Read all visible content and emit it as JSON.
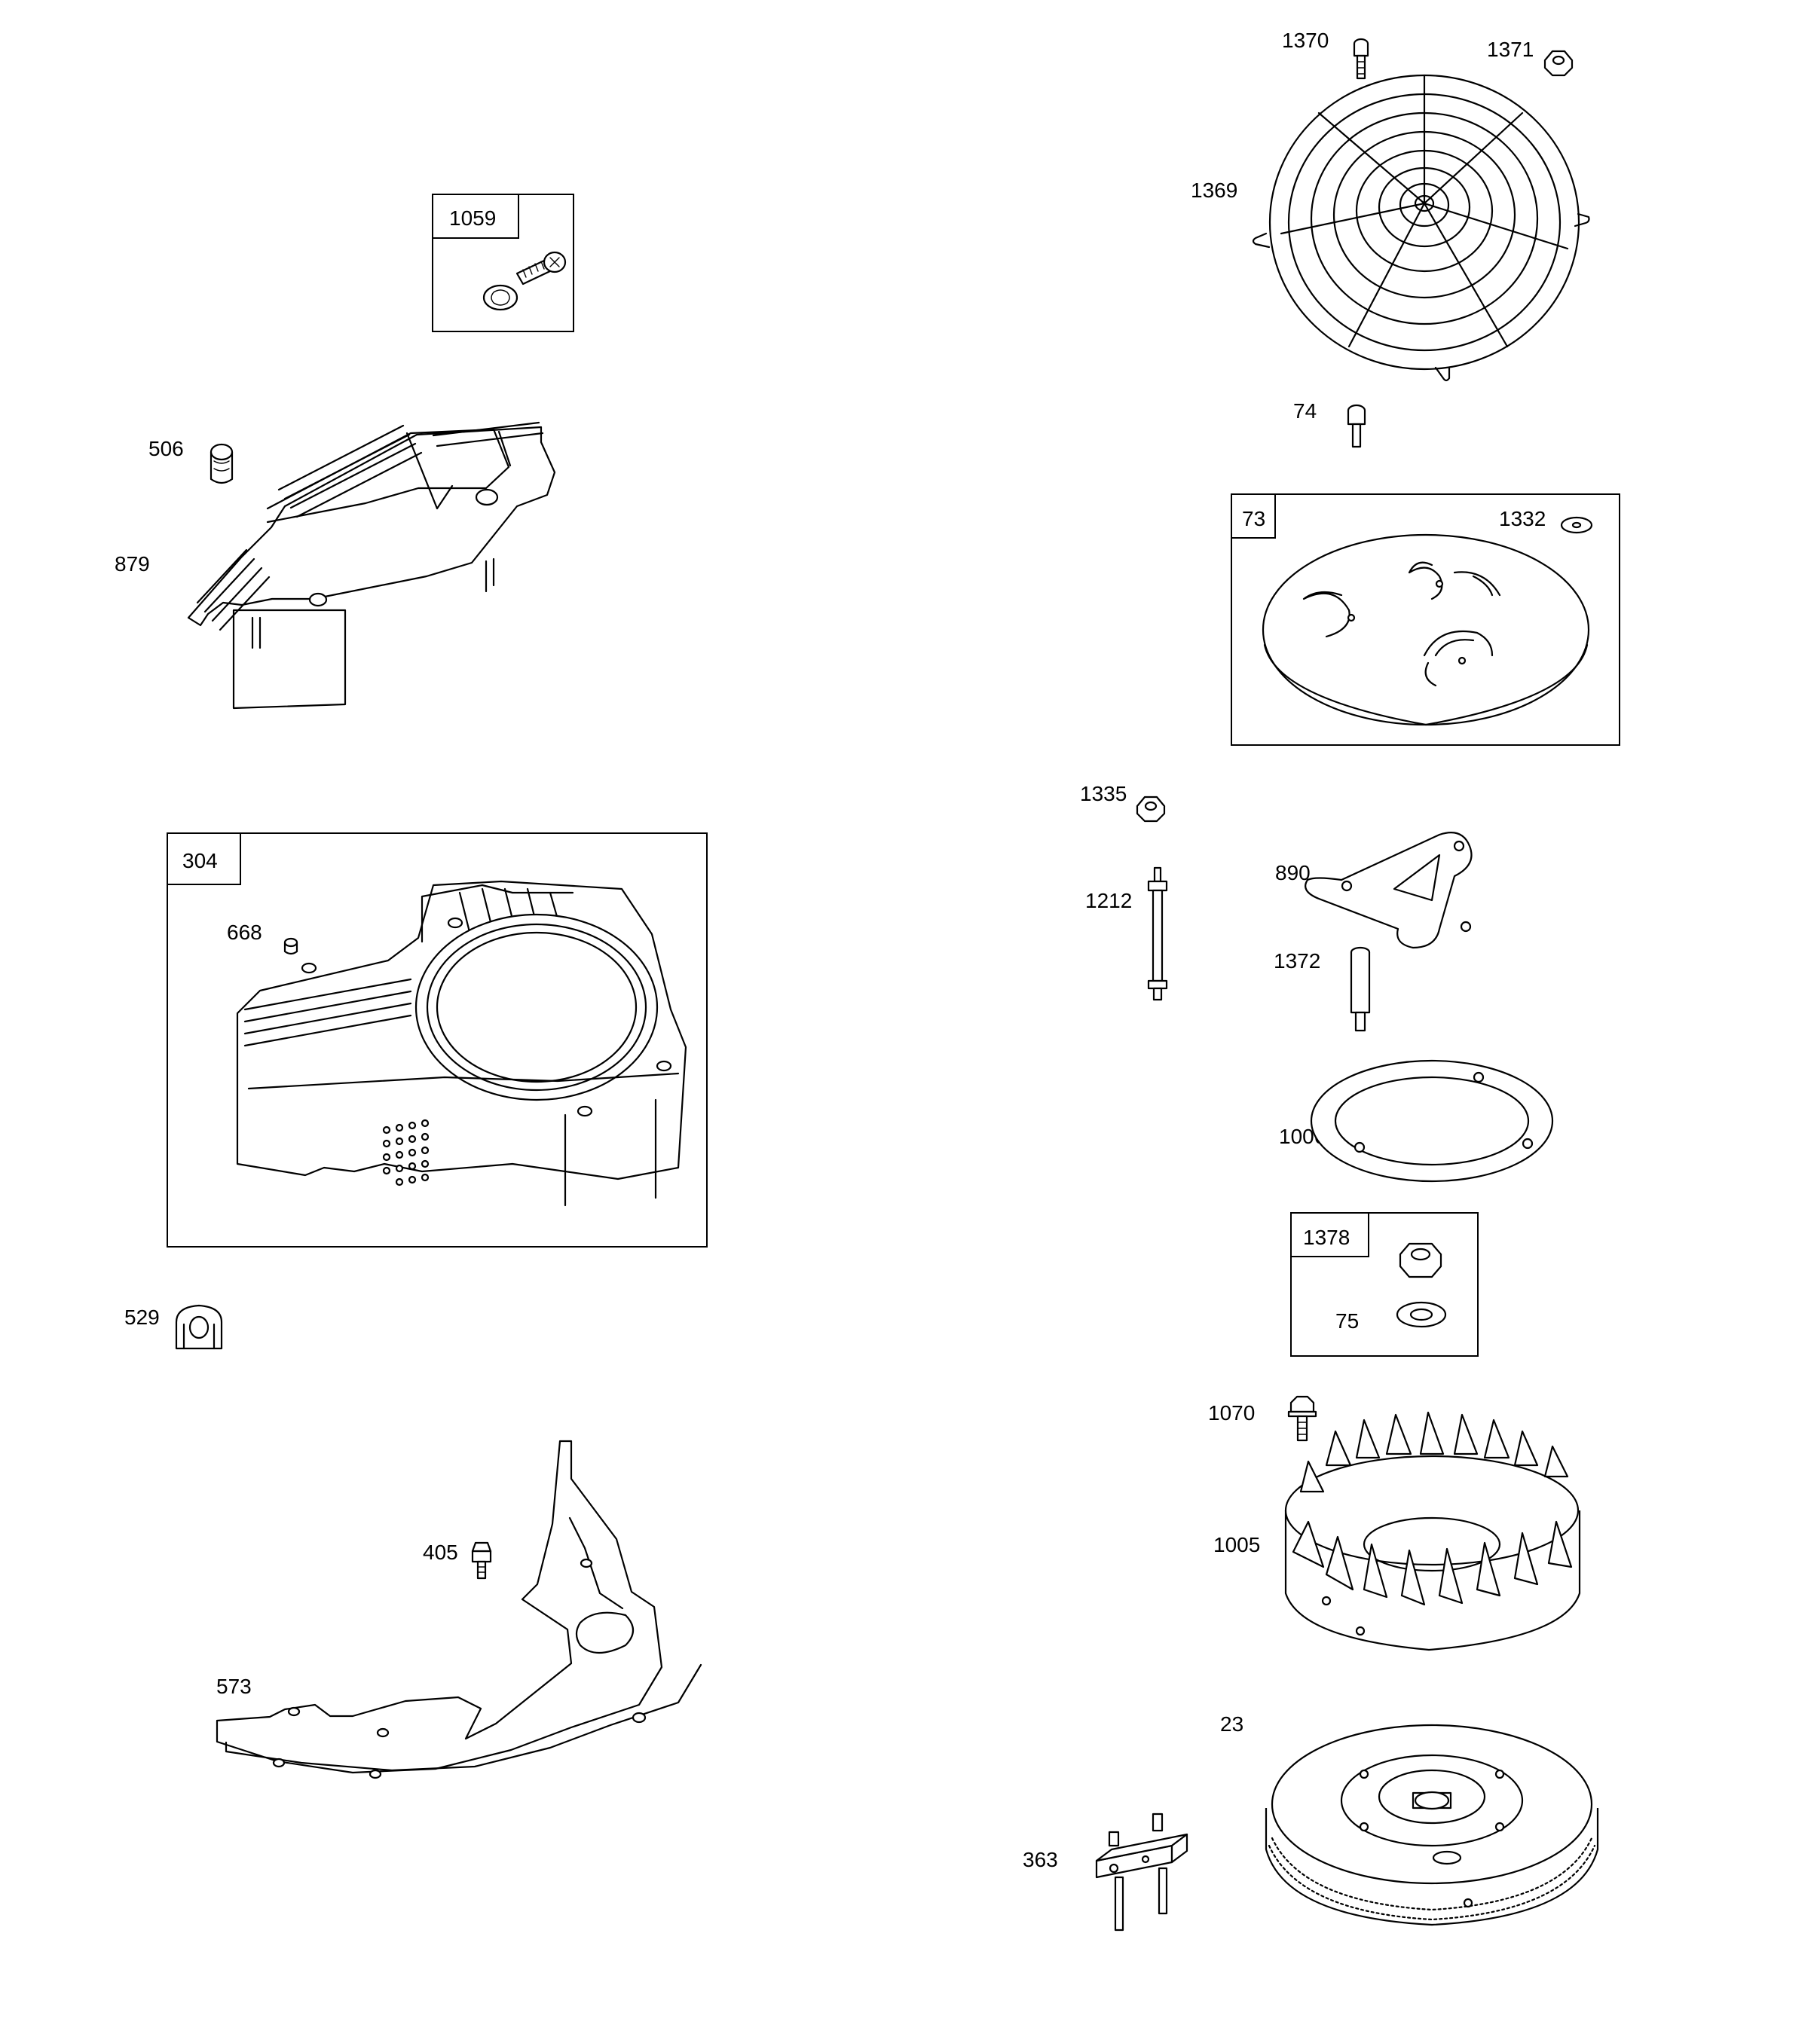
{
  "diagram": {
    "type": "exploded-parts-diagram",
    "callouts": {
      "p1370": "1370",
      "p1371": "1371",
      "p1059": "1059",
      "p1369": "1369",
      "p506": "506",
      "p879": "879",
      "p74": "74",
      "p73": "73",
      "p1332": "1332",
      "p1335": "1335",
      "p304": "304",
      "p668": "668",
      "p890": "890",
      "p1212": "1212",
      "p1372": "1372",
      "p1006": "1006",
      "p1378": "1378",
      "p75": "75",
      "p529": "529",
      "p1070": "1070",
      "p1005": "1005",
      "p405": "405",
      "p573": "573",
      "p23": "23",
      "p363": "363"
    }
  }
}
